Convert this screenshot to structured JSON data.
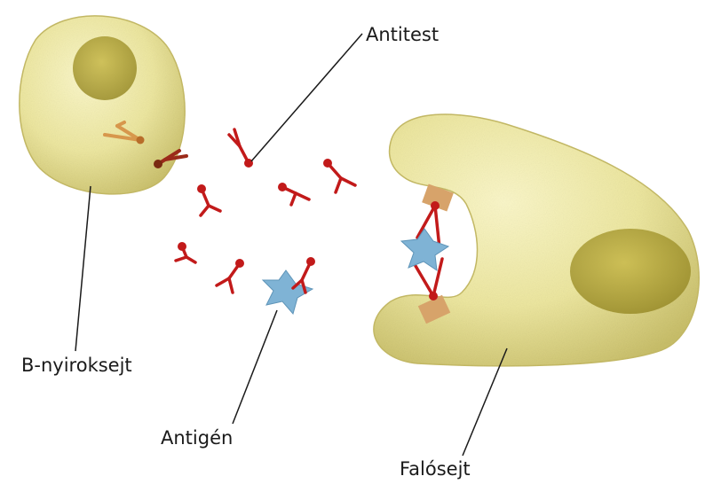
{
  "labels": {
    "antibody": "Antitest",
    "b_cell": "B-nyiroksejt",
    "antigen": "Antigén",
    "phagocyte": "Falósejt"
  },
  "colors": {
    "cell_fill": "#ede7a0",
    "cell_shade": "#c9bf6a",
    "nucleus": "#a89a2c",
    "antibody": "#c21a1a",
    "antigen": "#7fb3d5",
    "receptor": "#d7a36a",
    "leader_line": "#1a1a1a"
  },
  "icons": {
    "antibody": "y-shaped-antibody-icon",
    "antigen": "star-antigen-icon"
  }
}
